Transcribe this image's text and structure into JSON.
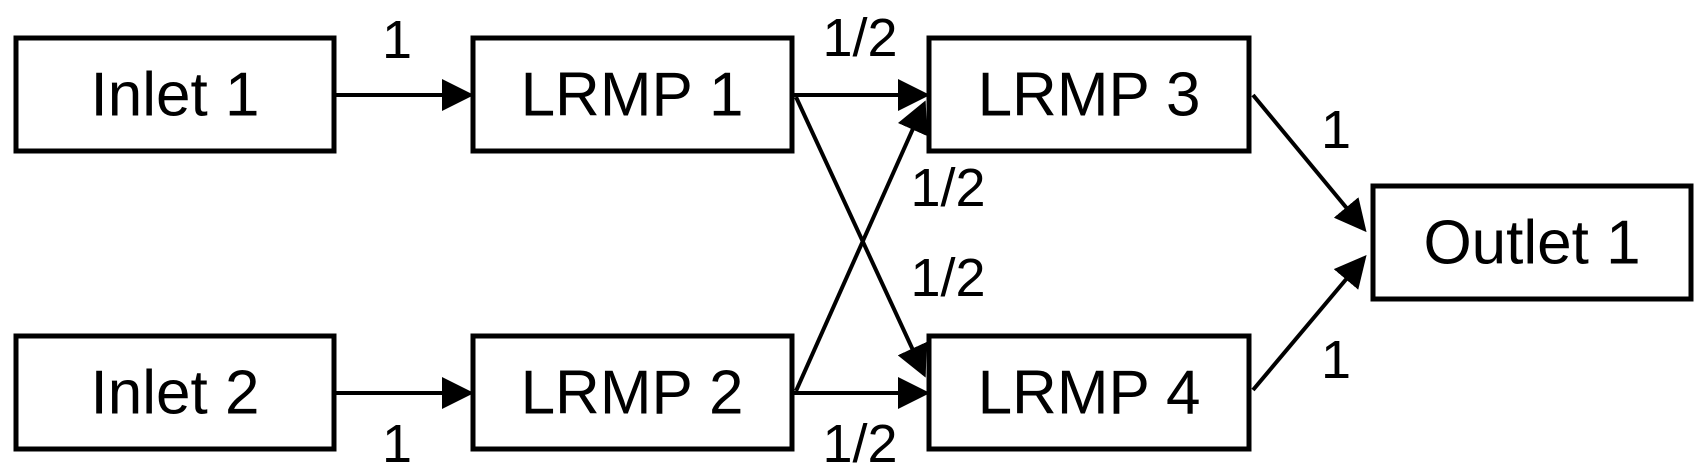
{
  "nodes": {
    "inlet1": {
      "label": "Inlet 1"
    },
    "inlet2": {
      "label": "Inlet 2"
    },
    "lrmp1": {
      "label": "LRMP 1"
    },
    "lrmp2": {
      "label": "LRMP 2"
    },
    "lrmp3": {
      "label": "LRMP 3"
    },
    "lrmp4": {
      "label": "LRMP 4"
    },
    "outlet1": {
      "label": "Outlet 1"
    }
  },
  "edges": {
    "inlet1_lrmp1": {
      "label": "1"
    },
    "inlet2_lrmp2": {
      "label": "1"
    },
    "lrmp1_lrmp3": {
      "label": "1/2"
    },
    "lrmp1_lrmp4": {
      "label": "1/2"
    },
    "lrmp2_lrmp3": {
      "label": "1/2"
    },
    "lrmp2_lrmp4": {
      "label": "1/2"
    },
    "lrmp3_outlet1": {
      "label": "1"
    },
    "lrmp4_outlet1": {
      "label": "1"
    }
  },
  "colors": {
    "stroke": "#000000",
    "background": "#ffffff"
  }
}
